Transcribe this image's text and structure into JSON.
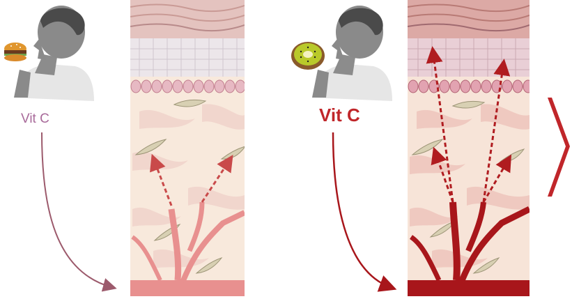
{
  "panels": [
    {
      "id": "low",
      "label": "Vit C",
      "food_icon": "burger-icon",
      "label_color": "#a86a9a",
      "vessel_color": "#e8908f",
      "arrow_color": "#c94a4a"
    },
    {
      "id": "high",
      "label": "Vit C",
      "food_icon": "kiwi-icon",
      "label_color": "#c0262a",
      "vessel_color": "#a8161b",
      "arrow_color": "#b01c20"
    }
  ],
  "comparison_icon": "greater-than-chevron-icon"
}
